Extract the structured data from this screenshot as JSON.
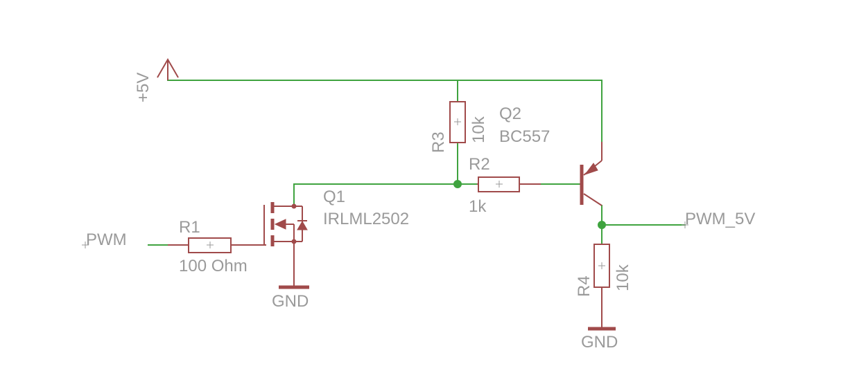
{
  "labels": {
    "pwm_in": "PWM",
    "pwm_out": "PWM_5V",
    "supply": "+5V",
    "gnd1": "GND",
    "gnd2": "GND"
  },
  "components": {
    "r1": {
      "name": "R1",
      "value": "100 Ohm"
    },
    "r2": {
      "name": "R2",
      "value": "1k"
    },
    "r3": {
      "name": "R3",
      "value": "10k"
    },
    "r4": {
      "name": "R4",
      "value": "10k"
    },
    "q1": {
      "name": "Q1",
      "value": "IRLML2502"
    },
    "q2": {
      "name": "Q2",
      "value": "BC557"
    }
  },
  "colors": {
    "wire": "#3fa33f",
    "symbol": "#a04a4a",
    "text": "#9a9a9a",
    "background": "#ffffff"
  }
}
